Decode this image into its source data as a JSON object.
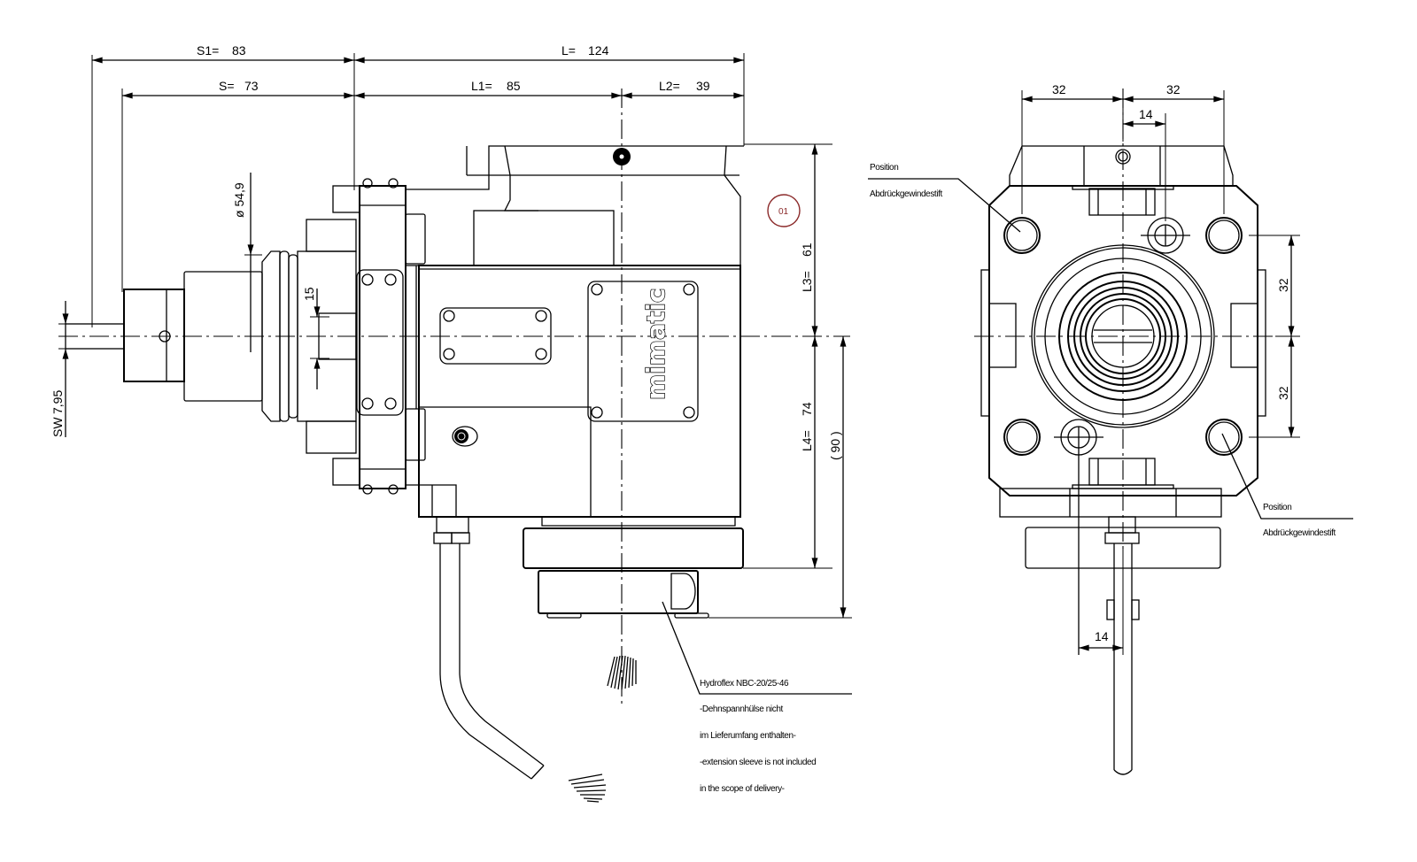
{
  "drawing": {
    "brand_logo": "mimatic",
    "item_badge": "01",
    "item_badge_color": "#8b2a2a",
    "line_color": "#000000",
    "background": "#ffffff"
  },
  "side_view": {
    "dimensions": {
      "S1": {
        "label": "S1=",
        "value": "83"
      },
      "S": {
        "label": "S=",
        "value": "73"
      },
      "L": {
        "label": "L=",
        "value": "124"
      },
      "L1": {
        "label": "L1=",
        "value": "85"
      },
      "L2": {
        "label": "L2=",
        "value": "39"
      },
      "L3": {
        "label": "L3=",
        "value": "61"
      },
      "L4": {
        "label": "L4=",
        "value": "74"
      },
      "L4_ref": "( 90 )",
      "diameter": "ø 54,9",
      "shaft_width": "15",
      "SW": {
        "label": "SW",
        "value": "7,95"
      }
    },
    "note": {
      "title": "Hydroflex NBC-20/25-46",
      "lines": [
        "-Dehnspannhülse nicht",
        "im Lieferumfang enthalten-",
        "-extension sleeve is not included",
        "in the scope of delivery-"
      ]
    }
  },
  "front_view": {
    "dimensions": {
      "top_left": "32",
      "top_right": "32",
      "top_offset": "14",
      "right_upper": "32",
      "right_lower": "32",
      "bottom_offset": "14"
    },
    "callouts": [
      {
        "line1": "Position",
        "line2": "Abdrückgewindestift"
      },
      {
        "line1": "Position",
        "line2": "Abdrückgewindestift"
      }
    ]
  }
}
